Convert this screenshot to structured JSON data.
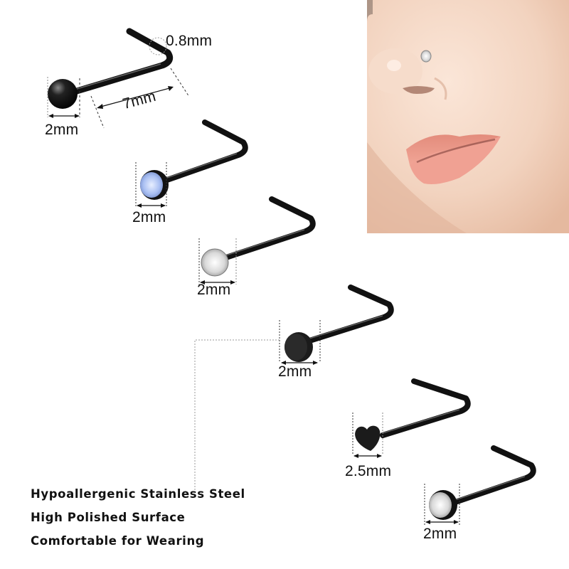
{
  "product": {
    "type": "L-shaped nose stud set",
    "finish_color": "#1a1a1a"
  },
  "studs": [
    {
      "id": "ball",
      "top": "ball",
      "top_size": "2mm",
      "pin_length": "7mm",
      "gauge": "0.8mm"
    },
    {
      "id": "bezel-blue-gem",
      "top": "bezel-set gem",
      "gem_color": "#a9bff2",
      "top_size": "2mm"
    },
    {
      "id": "prong-clear-gem",
      "top": "prong-set gem",
      "gem_color": "#e6e6e6",
      "top_size": "2mm"
    },
    {
      "id": "flat-disc",
      "top": "flat disc",
      "top_size": "2mm"
    },
    {
      "id": "heart",
      "top": "heart",
      "top_size": "2.5mm"
    },
    {
      "id": "bezel-clear-gem",
      "top": "bezel-set gem",
      "gem_color": "#e9e9e9",
      "top_size": "2mm"
    }
  ],
  "labels": {
    "gauge": "0.8mm",
    "pin_length": "7mm",
    "stud1_size": "2mm",
    "stud2_size": "2mm",
    "stud3_size": "2mm",
    "stud4_size": "2mm",
    "stud5_size": "2.5mm",
    "stud6_size": "2mm"
  },
  "features": [
    "Hypoallergenic Stainless Steel",
    "High Polished Surface",
    "Comfortable for Wearing"
  ],
  "photo": {
    "subject": "close-up of face wearing clear gem nose stud",
    "skin_color": "#f1d2bc",
    "lip_color": "#e6907f"
  }
}
